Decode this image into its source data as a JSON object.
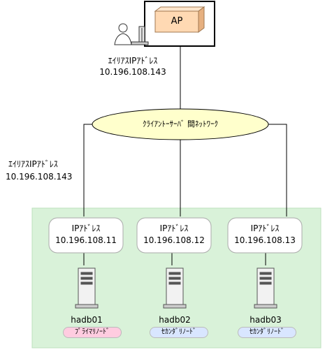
{
  "app": {
    "label": "AP",
    "alias_label": "ｴｲﾘｱｽIPｱﾄﾞﾚｽ",
    "alias_ip": "10.196.108.143"
  },
  "network": {
    "label": "ｸﾗｲｱﾝﾄｰｻｰﾊﾞ 間ﾈｯﾄﾜｰｸ"
  },
  "cluster": {
    "alias_label": "ｴｲﾘｱｽIPｱﾄﾞﾚｽ",
    "alias_ip": "10.196.108.143",
    "nodes": [
      {
        "ip_label": "IPｱﾄﾞﾚｽ",
        "ip": "10.196.108.11",
        "name": "hadb01",
        "role": "ﾌﾟﾗｲﾏﾘﾉｰﾄﾞ"
      },
      {
        "ip_label": "IPｱﾄﾞﾚｽ",
        "ip": "10.196.108.12",
        "name": "hadb02",
        "role": "ｾｶﾝﾀﾞﾘﾉｰﾄﾞ"
      },
      {
        "ip_label": "IPｱﾄﾞﾚｽ",
        "ip": "10.196.108.13",
        "name": "hadb03",
        "role": "ｾｶﾝﾀﾞﾘﾉｰﾄﾞ"
      }
    ]
  },
  "colors": {
    "cluster_bg": "#d9f2d9",
    "ellipse_fill": "#ffffcc",
    "box_fill": "#ffd9b3",
    "primary_badge": "#ffcce0",
    "secondary_badge": "#d9e6ff"
  }
}
